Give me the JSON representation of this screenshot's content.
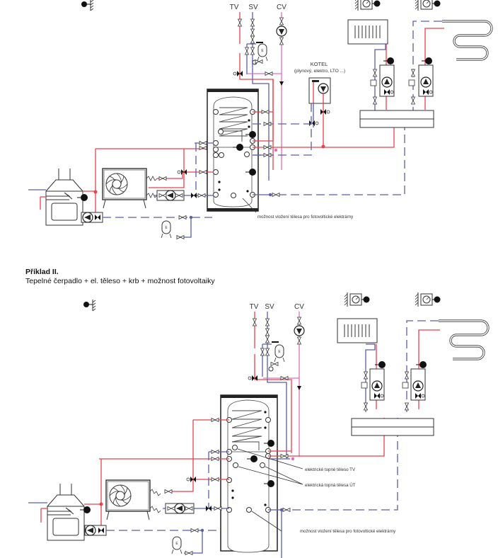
{
  "diagram1": {
    "pipe_labels": {
      "tv": "TV",
      "sv": "SV",
      "cv": "CV"
    },
    "boiler_label": "KOTEL",
    "boiler_sublabel": "(plynový, elektro, LTO ...)",
    "annotation_pv": "možnost vložení tělesa pro fotovoltické elektrárny"
  },
  "example2": {
    "title": "Příklad II.",
    "subtitle": "Tepelné čerpadlo + el. těleso + krb + možnost fotovoltaiky"
  },
  "diagram2": {
    "pipe_labels": {
      "tv": "TV",
      "sv": "SV",
      "cv": "CV"
    },
    "annotation_tv": "elektrické topné těleso TV",
    "annotation_ut": "elektrická topná tělesa ÚT",
    "annotation_pv": "možnost vložení tělesa pro fotovoltické elektrárny"
  },
  "colors": {
    "hot_water": "#e8414a",
    "cold_water": "#5a5fa8",
    "circulation": "#e070b8",
    "outline": "#333333"
  }
}
